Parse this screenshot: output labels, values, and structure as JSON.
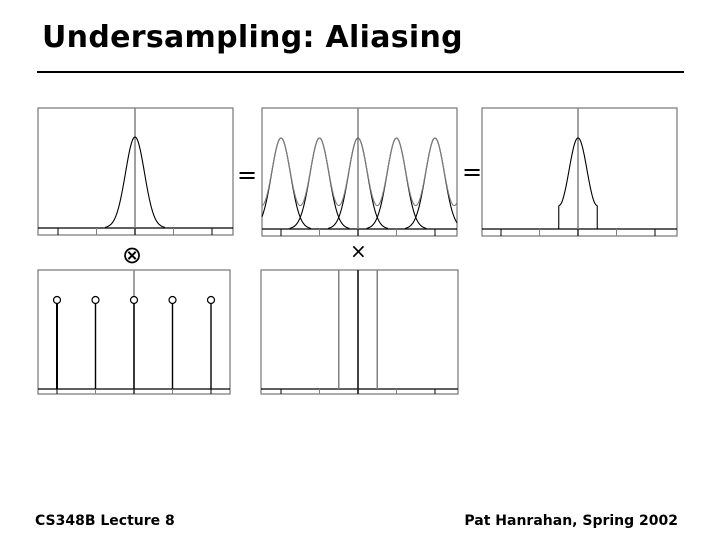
{
  "title": "Undersampling: Aliasing",
  "footer": {
    "left": "CS348B Lecture 8",
    "right": "Pat Hanrahan, Spring 2002"
  },
  "operators": {
    "equals1": "=",
    "equals2": "=",
    "convolve": "⊗",
    "multiply": "×"
  },
  "panels": [
    {
      "name": "signal-spectrum",
      "kind": "gaussian"
    },
    {
      "name": "replicated-spectrum",
      "kind": "replicated-gaussians"
    },
    {
      "name": "reconstructed-spectrum",
      "kind": "truncated-sum"
    },
    {
      "name": "sampling-impulse-train",
      "kind": "impulses"
    },
    {
      "name": "box-filter",
      "kind": "box"
    }
  ],
  "colors": {
    "axis": "#808080",
    "curve": "#000000"
  }
}
